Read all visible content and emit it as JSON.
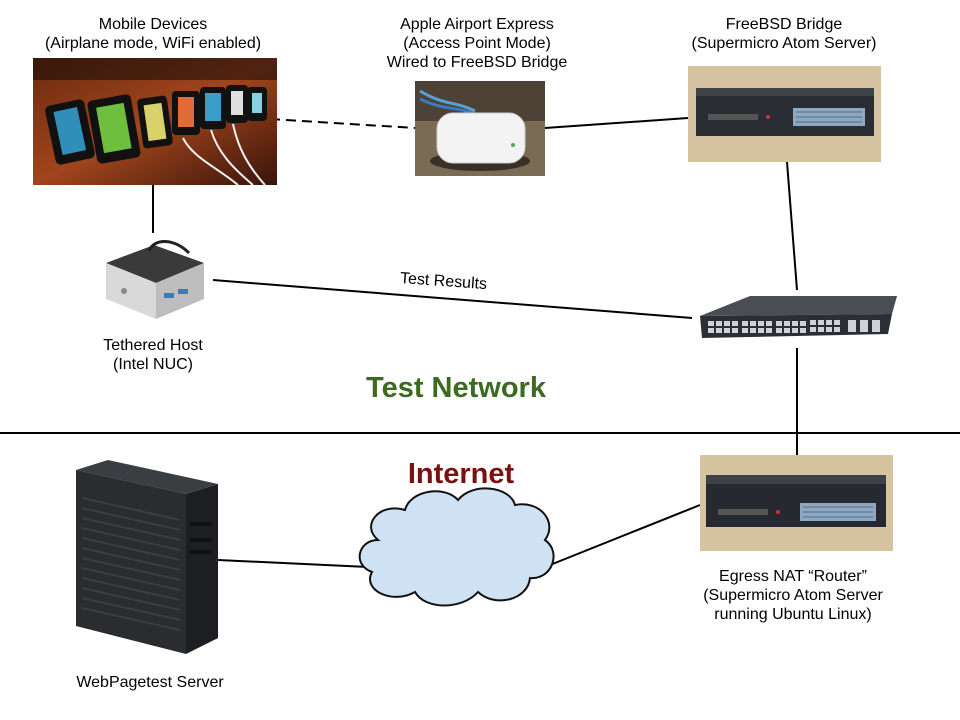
{
  "nodes": {
    "mobile": {
      "lines": [
        "Mobile Devices",
        "(Airplane mode, WiFi enabled)"
      ]
    },
    "airport": {
      "lines": [
        "Apple Airport Express",
        "(Access Point Mode)",
        "Wired to FreeBSD Bridge"
      ]
    },
    "bridge": {
      "lines": [
        "FreeBSD Bridge",
        "(Supermicro Atom Server)"
      ]
    },
    "tethered": {
      "lines": [
        "Tethered Host",
        "(Intel NUC)"
      ]
    },
    "egress": {
      "lines": [
        "Egress NAT “Router”",
        "(Supermicro Atom Server",
        "running Ubuntu Linux)"
      ]
    },
    "webpagetest": {
      "lines": [
        "WebPagetest Server"
      ]
    }
  },
  "edge_labels": {
    "test_results": "Test Results"
  },
  "sections": {
    "test_network": {
      "label": "Test Network",
      "color": "#3c6a1f"
    },
    "internet": {
      "label": "Internet",
      "color": "#7a1111"
    }
  },
  "colors": {
    "line": "#000000",
    "cloud_fill": "#cfe2f3",
    "cloud_stroke": "#111111"
  }
}
